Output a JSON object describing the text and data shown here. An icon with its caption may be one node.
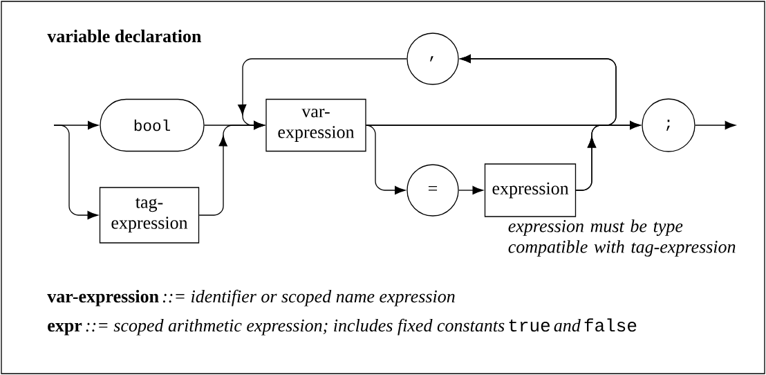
{
  "diagram": {
    "title": "variable declaration",
    "nodes": [
      {
        "text": [
          "bool"
        ]
      },
      {
        "text": [
          "tag-expression"
        ]
      },
      {
        "text": [
          "var-expression"
        ]
      },
      {
        "text": [
          ","
        ]
      },
      {
        "text": [
          "="
        ]
      },
      {
        "text": [
          "expression"
        ],
        "beside": [
          "expression must be type compatible with tag-expression"
        ]
      },
      {
        "text": [
          ";"
        ]
      }
    ],
    "edges": [
      {
        "from": null,
        "to": 0,
        "arrow": "to"
      },
      {
        "from": null,
        "to": 1,
        "arrow": "to"
      },
      {
        "from": 0,
        "to": 2,
        "arrow": "to"
      },
      {
        "from": 1,
        "to": 2,
        "arrow": "to"
      },
      {
        "from": 2,
        "to": 6,
        "arrow": "to"
      },
      {
        "from": 2,
        "to": 4,
        "arrow": "to"
      },
      {
        "from": 4,
        "to": 5,
        "arrow": "to"
      },
      {
        "from": 5,
        "to": 6,
        "arrow": "to"
      },
      {
        "from": 2,
        "to": 3,
        "arrow": "to"
      },
      {
        "from": 5,
        "to": 3,
        "arrow": "to"
      },
      {
        "from": 3,
        "to": 2,
        "arrow": "to"
      },
      {
        "from": 6,
        "to": null,
        "arrow": "to"
      }
    ],
    "labels": [
      "var-expression",
      "::= identifier or scoped name expression",
      "expr",
      "::= scoped arithmetic expression; includes fixed constants",
      "true",
      "and",
      "false"
    ]
  }
}
